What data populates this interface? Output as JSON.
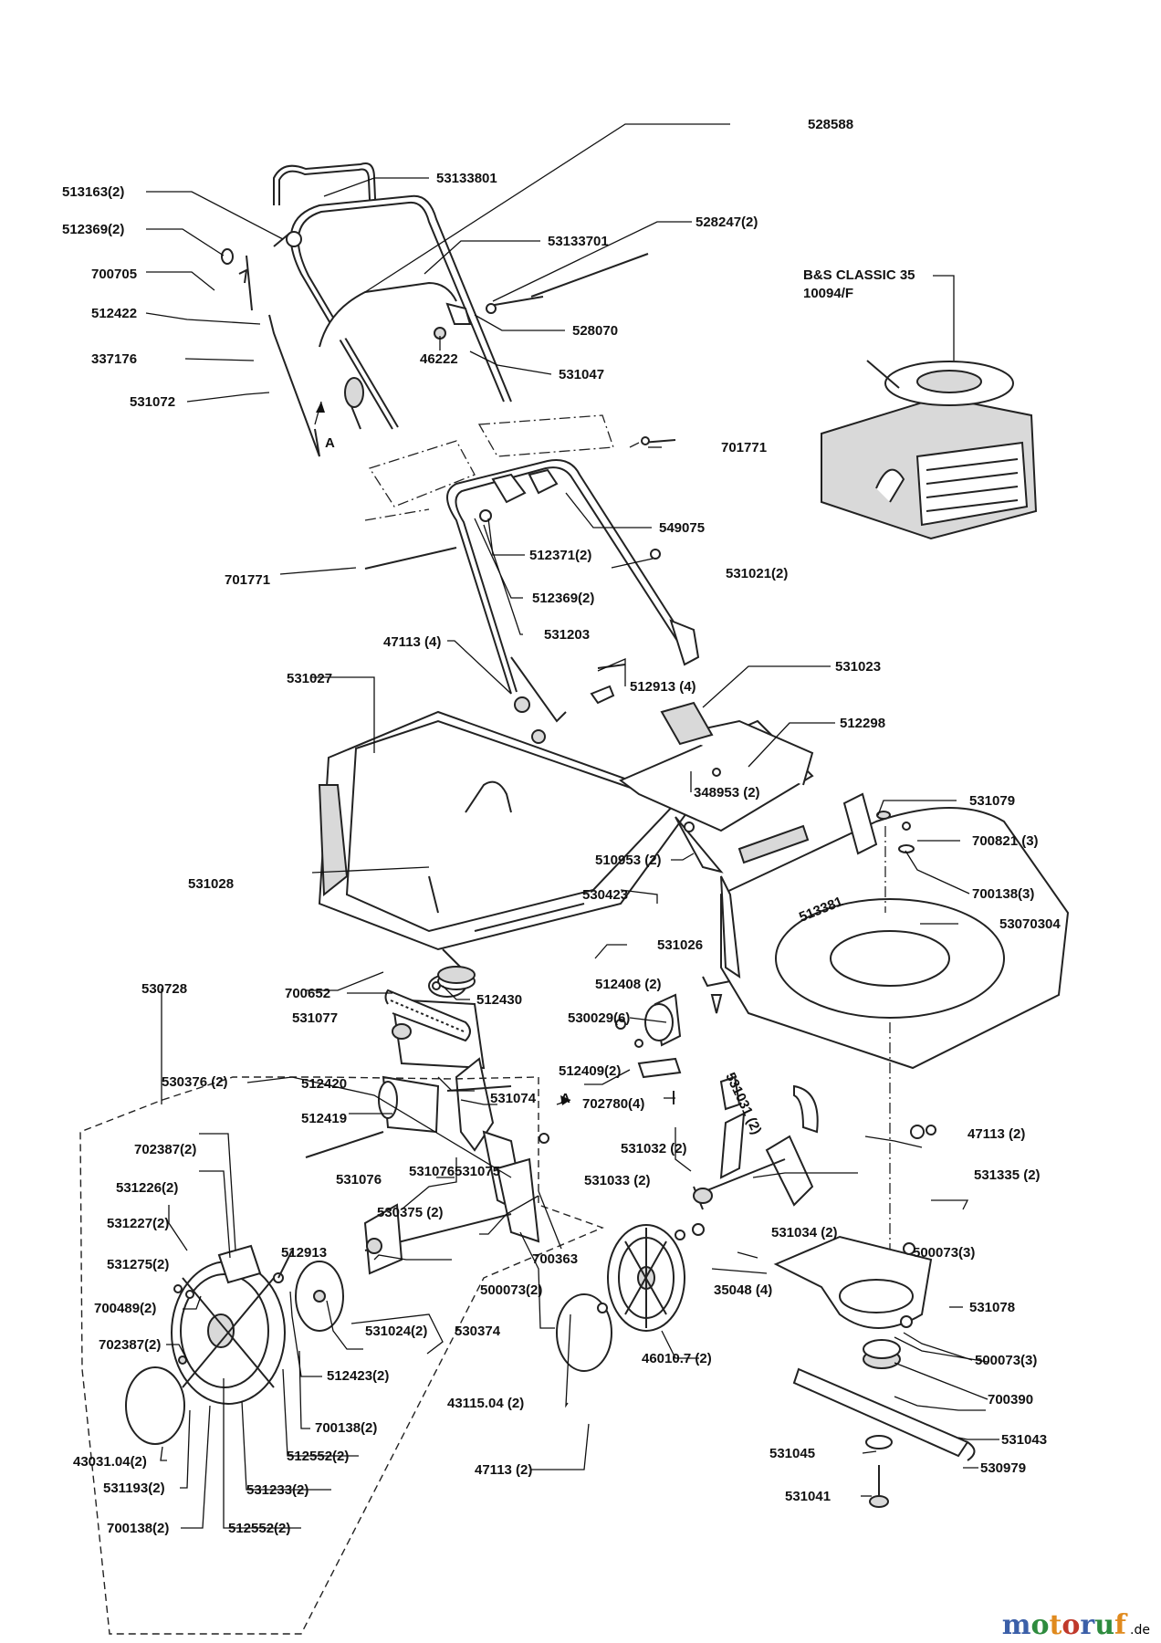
{
  "labels": {
    "p528588": "528588",
    "p513163": "513163(2)",
    "p53133801": "53133801",
    "p512369a": "512369(2)",
    "p53133701": "53133701",
    "p528247": "528247(2)",
    "p700705": "700705",
    "p512422": "512422",
    "p528070": "528070",
    "p337176": "337176",
    "p46222": "46222",
    "p531047": "531047",
    "p531072": "531072",
    "markA1": "A",
    "p701771a": "701771",
    "p549075": "549075",
    "p512371": "512371(2)",
    "p531021": "531021(2)",
    "p701771b": "701771",
    "p512369b": "512369(2)",
    "p531203": "531203",
    "p47113a": "47113 (4)",
    "p531027": "531027",
    "p531023": "531023",
    "p512913a": "512913 (4)",
    "p512298": "512298",
    "p348953": "348953 (2)",
    "p531079": "531079",
    "p700821": "700821 (3)",
    "p510953": "510953 (2)",
    "p700138a": "700138(3)",
    "p531028": "531028",
    "p530423": "530423",
    "p513381": "513381",
    "p53070304": "53070304",
    "p531026": "531026",
    "p530728": "530728",
    "p700652": "700652",
    "p512430": "512430",
    "p512408": "512408 (2)",
    "p531077": "531077",
    "p530029": "530029(6)",
    "p530376": "530376 (2)",
    "p512420": "512420",
    "p512409": "512409(2)",
    "p531031": "531031 (2)",
    "p531074": "531074",
    "markA2": "A",
    "p702780": "702780(4)",
    "p512419": "512419",
    "p47113b": "47113 (2)",
    "p702387a": "702387(2)",
    "p531032": "531032 (2)",
    "p531335": "531335 (2)",
    "p531076a": "531076",
    "p531075": "531075",
    "p531226": "531226(2)",
    "p531076b": "531076",
    "p531033": "531033 (2)",
    "p531227": "531227(2)",
    "p530375": "530375 (2)",
    "p531034": "531034 (2)",
    "p512913b": "512913",
    "p500073a": "500073(3)",
    "p531275": "531275(2)",
    "p700363": "700363",
    "p500073b": "500073(2)",
    "p35048": "35048 (4)",
    "p531078": "531078",
    "p700489": "700489(2)",
    "p531024": "531024(2)",
    "p530374": "530374",
    "p46010": "46010.7 (2)",
    "p500073c": "500073(3)",
    "p702387b": "702387(2)",
    "p512423": "512423(2)",
    "p700390": "700390",
    "p43115": "43115.04 (2)",
    "p700138b": "700138(2)",
    "p531043": "531043",
    "p43031": "43031.04(2)",
    "p47113c": "47113 (2)",
    "p531045": "531045",
    "p512552a": "512552(2)",
    "p530979": "530979",
    "p531193": "531193(2)",
    "p531233": "531233(2)",
    "p531041": "531041",
    "p700138c": "700138(2)",
    "p512552b": "512552(2)"
  },
  "engine": {
    "title": "B&S CLASSIC 35",
    "code": "10094/F"
  },
  "watermark": {
    "letters": [
      "m",
      "o",
      "t",
      "o",
      "r",
      "u",
      "f"
    ],
    "letter_colors": [
      "#3b5fa8",
      "#2e8b3e",
      "#e08a1e",
      "#c0392b",
      "#3b5fa8",
      "#2e8b3e",
      "#e08a1e"
    ],
    "suffix": ".de"
  }
}
